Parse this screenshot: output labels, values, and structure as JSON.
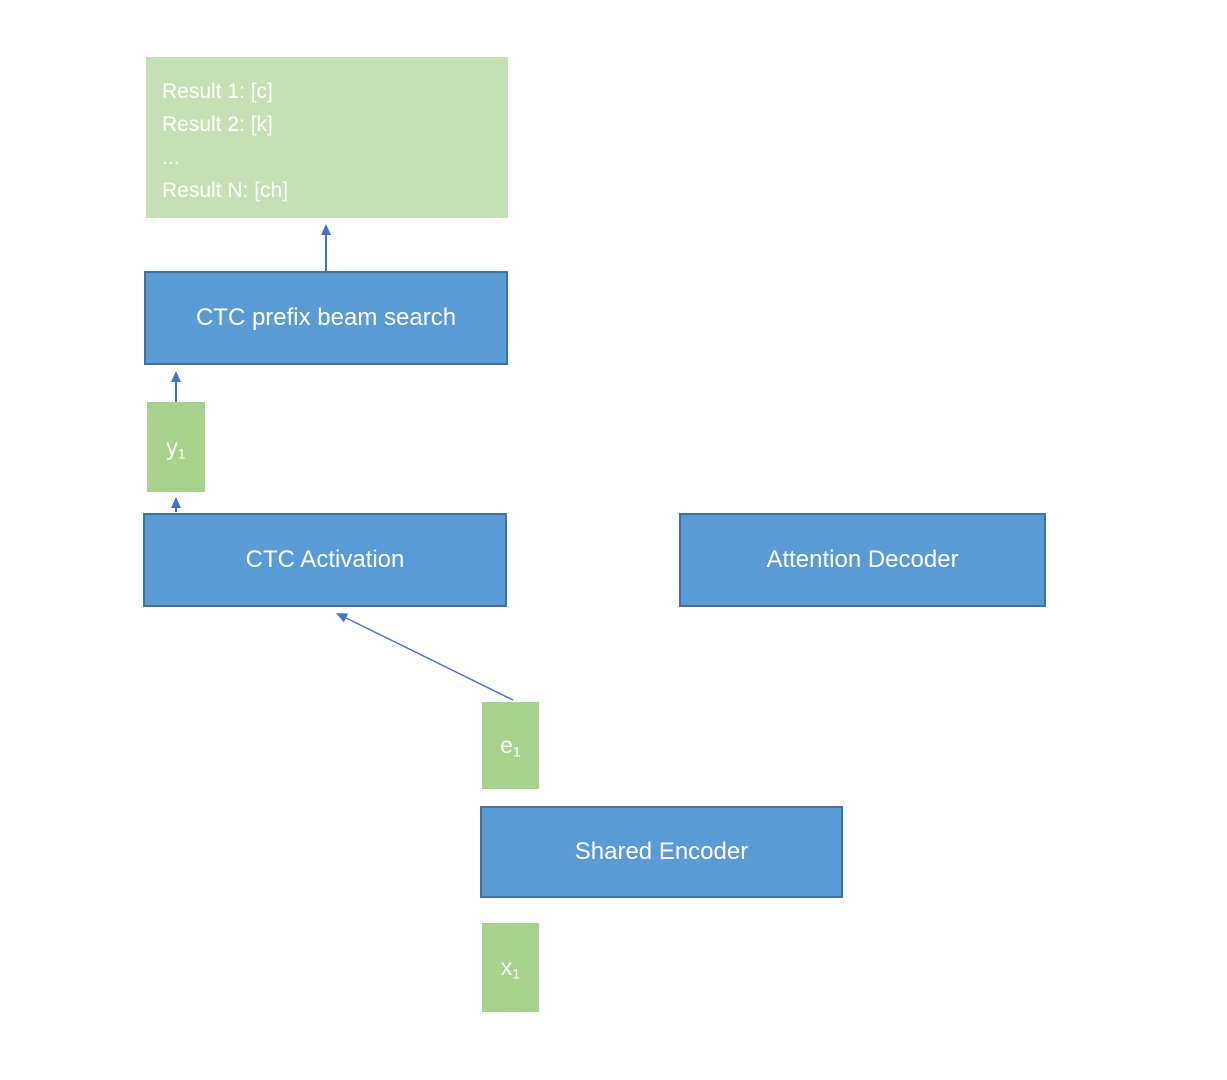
{
  "diagram": {
    "type": "flow-diagram",
    "topic": "CTC prefix beam search decoding pipeline",
    "nodes": {
      "results": {
        "lines": [
          "Result 1: [c]",
          "Result 2: [k]",
          "...",
          "Result N: [ch]"
        ]
      },
      "ctc_prefix_beam_search": {
        "label": "CTC prefix beam search"
      },
      "y1": {
        "base": "y",
        "sub": "1"
      },
      "ctc_activation": {
        "label": "CTC Activation"
      },
      "attention_decoder": {
        "label": "Attention Decoder"
      },
      "e1": {
        "base": "e",
        "sub": "1"
      },
      "shared_encoder": {
        "label": "Shared Encoder"
      },
      "x1": {
        "base": "x",
        "sub": "1"
      }
    },
    "edges": [
      {
        "from": "ctc_prefix_beam_search",
        "to": "results"
      },
      {
        "from": "y1",
        "to": "ctc_prefix_beam_search"
      },
      {
        "from": "ctc_activation",
        "to": "y1"
      },
      {
        "from": "e1",
        "to": "ctc_activation"
      }
    ],
    "colors": {
      "blue_box_fill": "#5b9bd5",
      "blue_box_border": "#41719c",
      "green_large_fill": "#c5e0b4",
      "green_small_fill": "#a9d18e",
      "arrow": "#4472c4",
      "text": "#ffffff",
      "background": "#ffffff"
    }
  }
}
